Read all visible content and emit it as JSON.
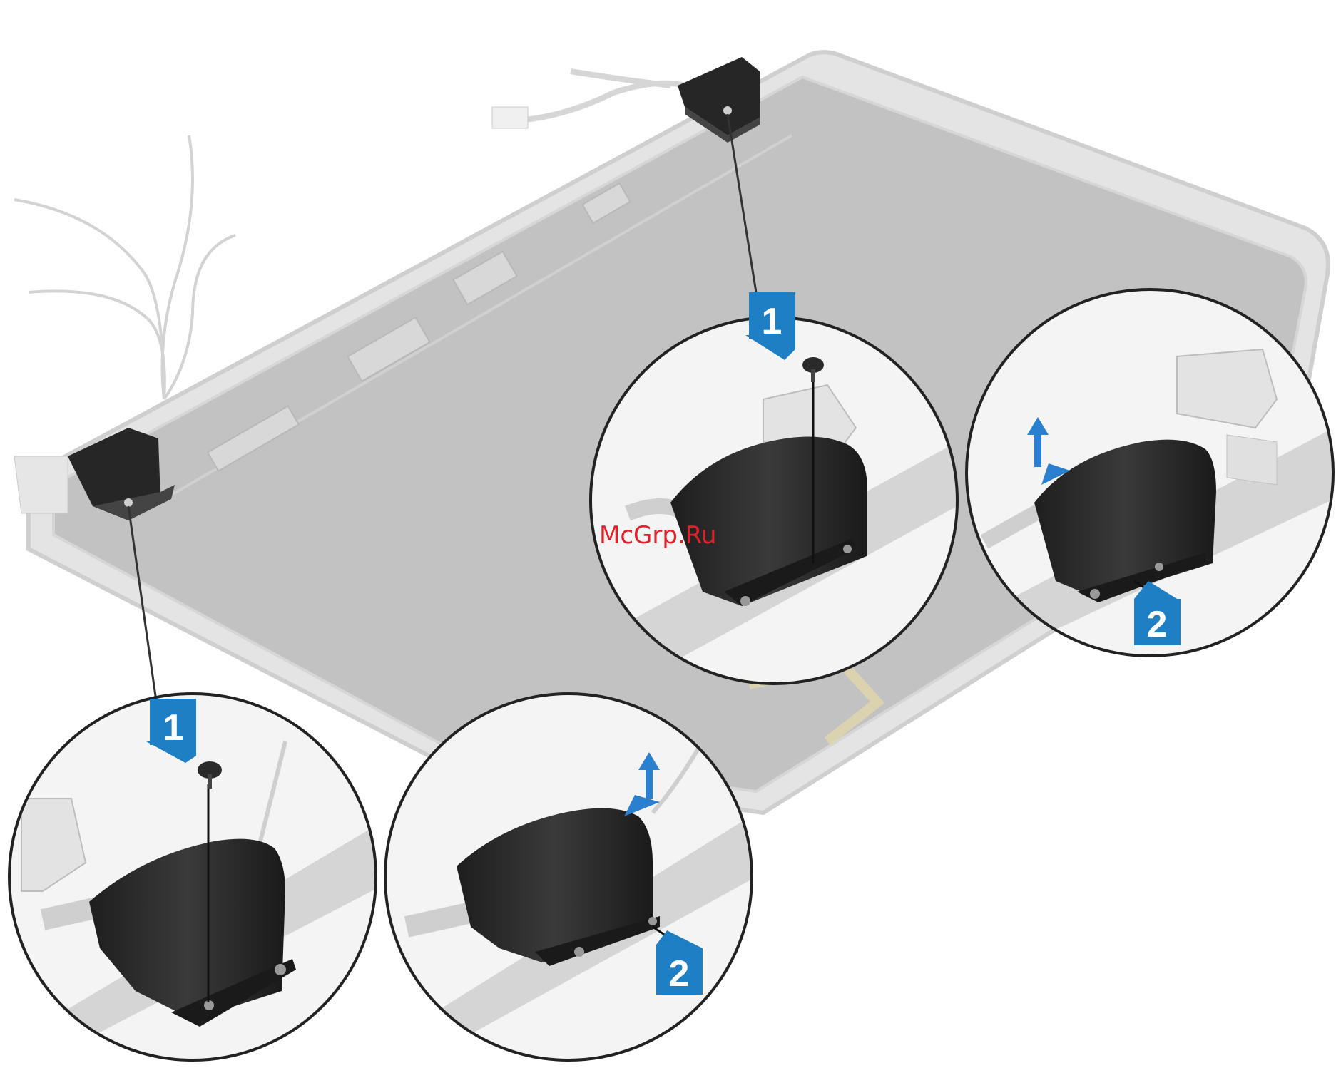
{
  "callouts": {
    "top_right_step1": "1",
    "top_right_step2": "2",
    "bottom_left_step1": "1",
    "bottom_left_step2": "2"
  },
  "watermark": "McGrp.Ru",
  "colors": {
    "callout_blue": "#1f7fc4",
    "arrow_blue": "#2b7fd0",
    "panel_gray": "#bdbdbd",
    "hinge_cover": "#2b2b2b",
    "watermark_red": "#e0202a"
  }
}
